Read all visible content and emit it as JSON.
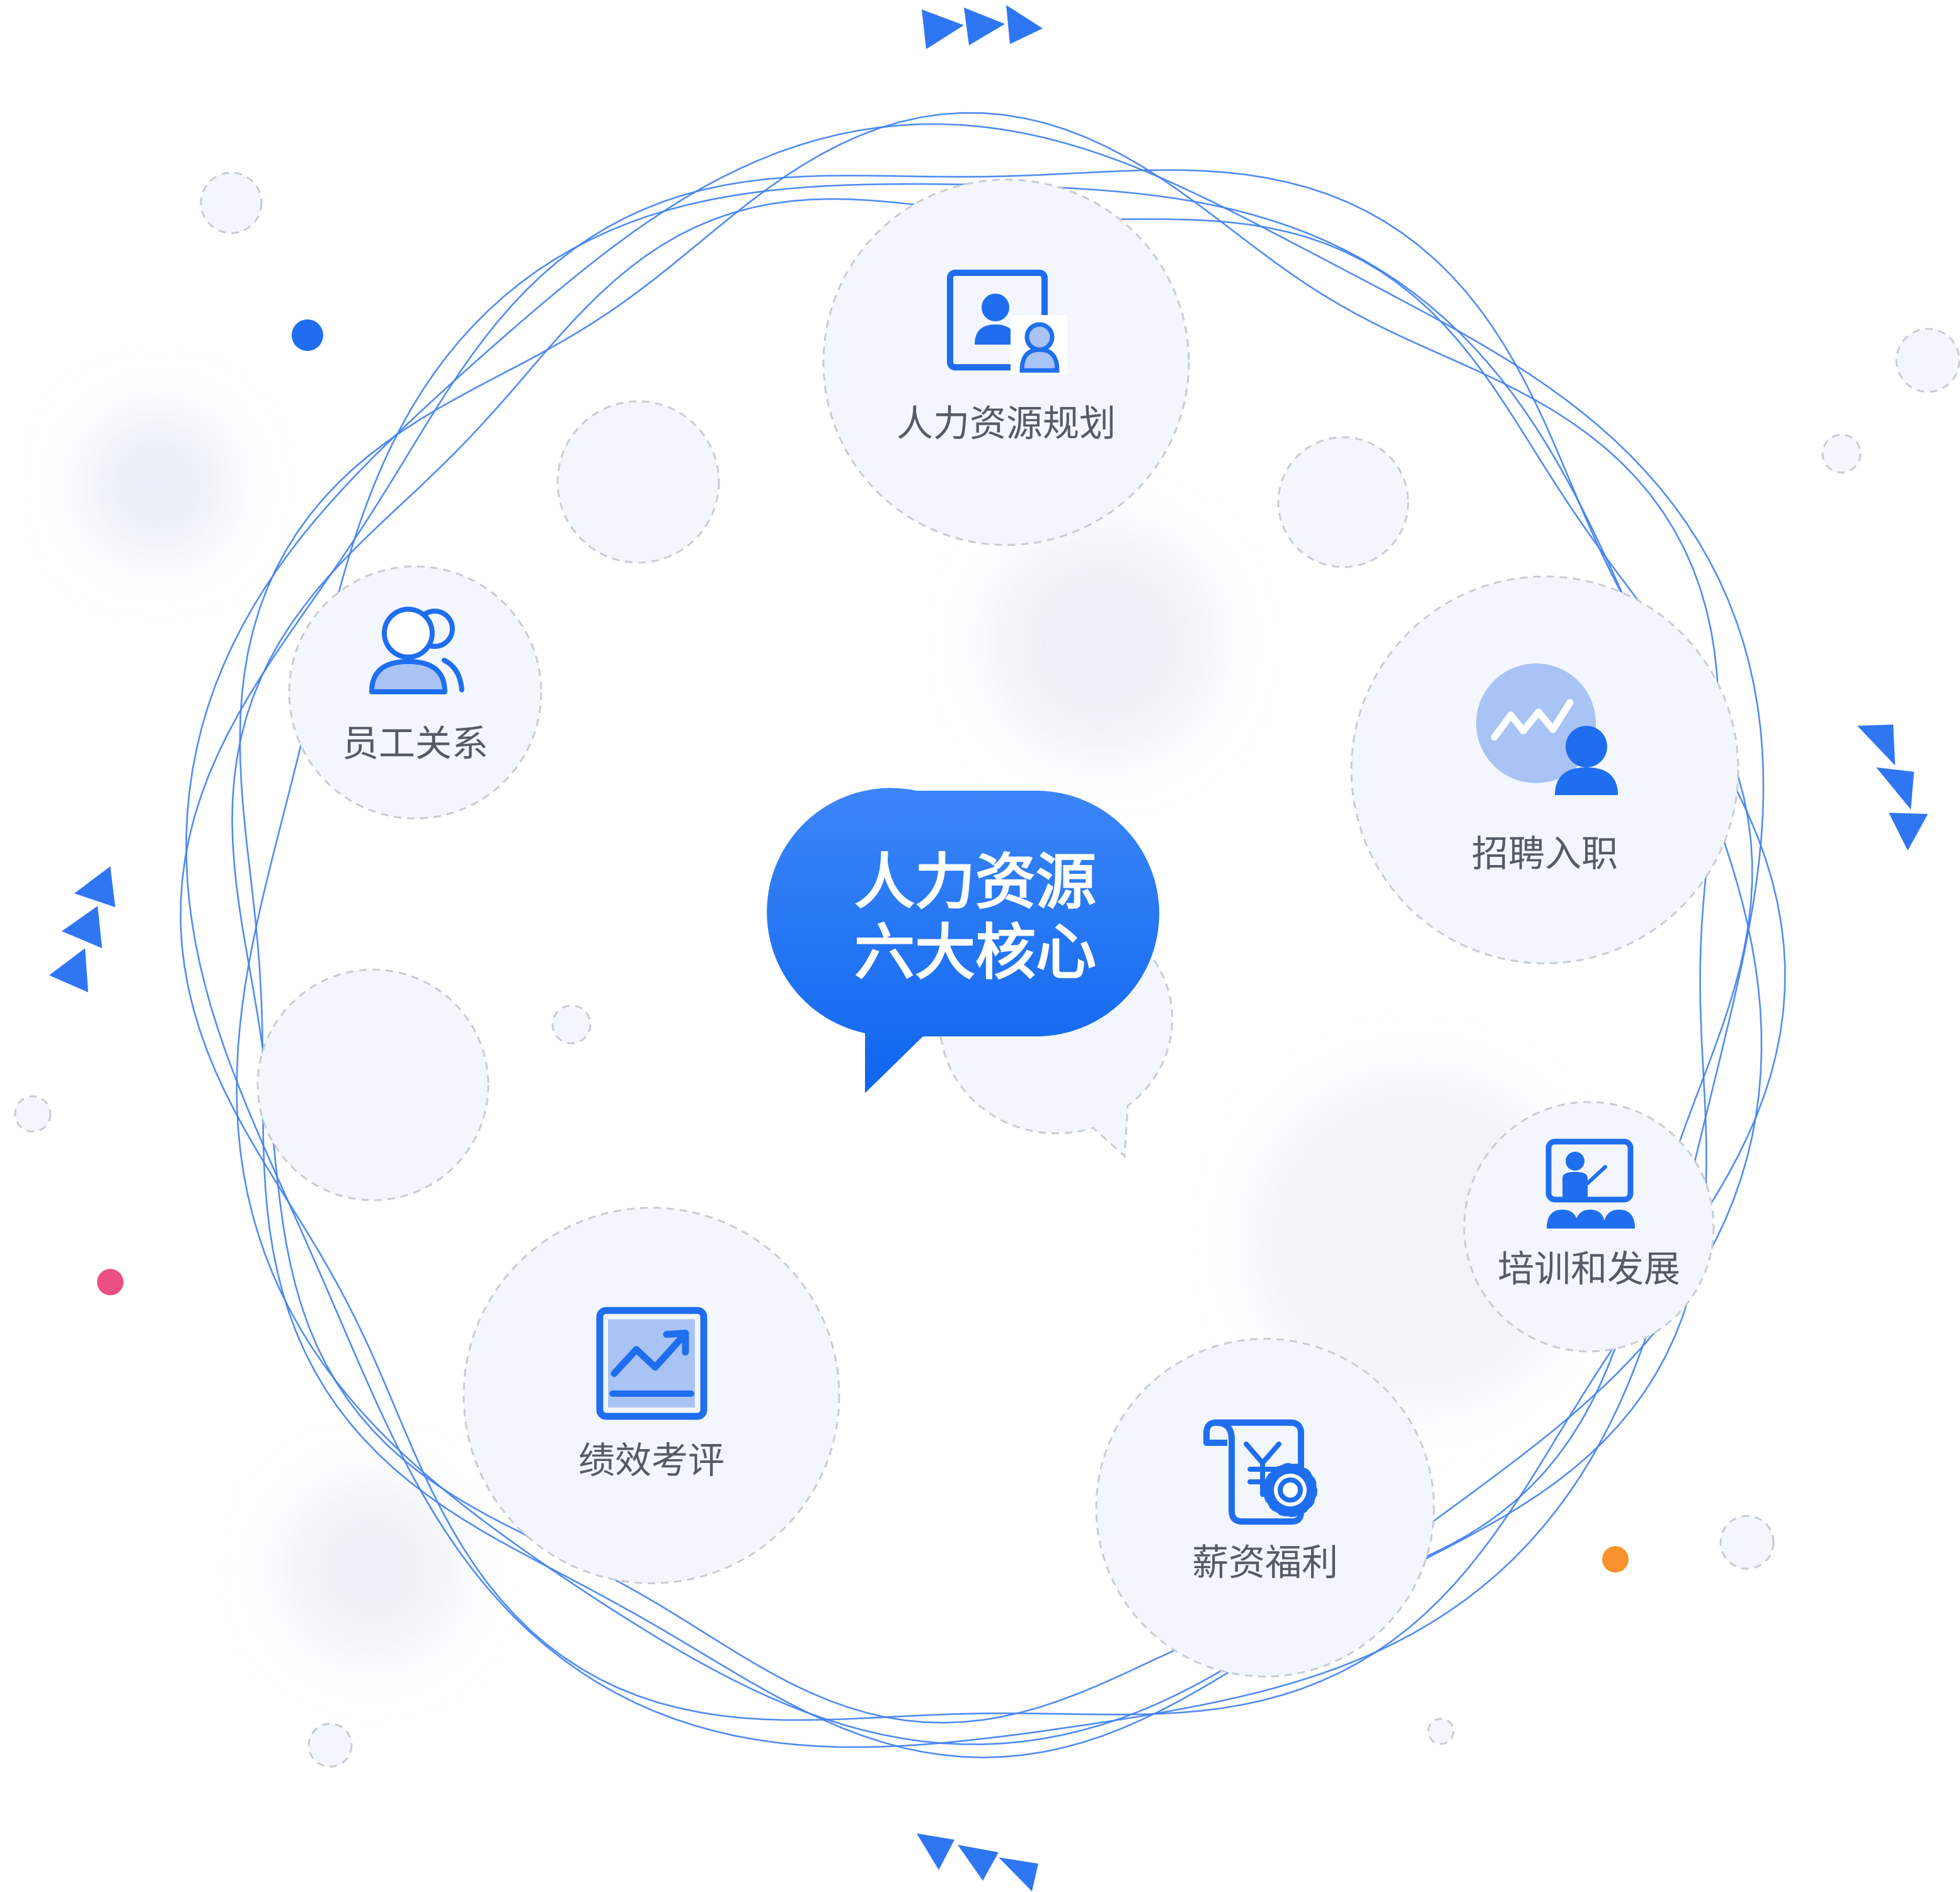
{
  "center": {
    "line1": "人力资源",
    "line2": "六大核心"
  },
  "modules": [
    {
      "id": "planning",
      "label": "人力资源规划",
      "icon": "hr-planning-icon"
    },
    {
      "id": "recruiting",
      "label": "招聘入职",
      "icon": "recruiting-icon"
    },
    {
      "id": "training",
      "label": "培训和发展",
      "icon": "training-icon"
    },
    {
      "id": "compensation",
      "label": "薪资福利",
      "icon": "compensation-icon"
    },
    {
      "id": "performance",
      "label": "绩效考评",
      "icon": "performance-icon"
    },
    {
      "id": "relations",
      "label": "员工关系",
      "icon": "employee-relations-icon"
    }
  ],
  "colors": {
    "primary": "#1f6ef0",
    "primary_light": "#a9c3f5",
    "bubble_top": "#3b86f7",
    "bubble_bottom": "#0e66f0",
    "node_fill": "#f3f7fd",
    "node_stroke": "#c9ccd2",
    "accent_pink": "#ec4f83",
    "accent_orange": "#f7922c",
    "label": "#555b66"
  }
}
